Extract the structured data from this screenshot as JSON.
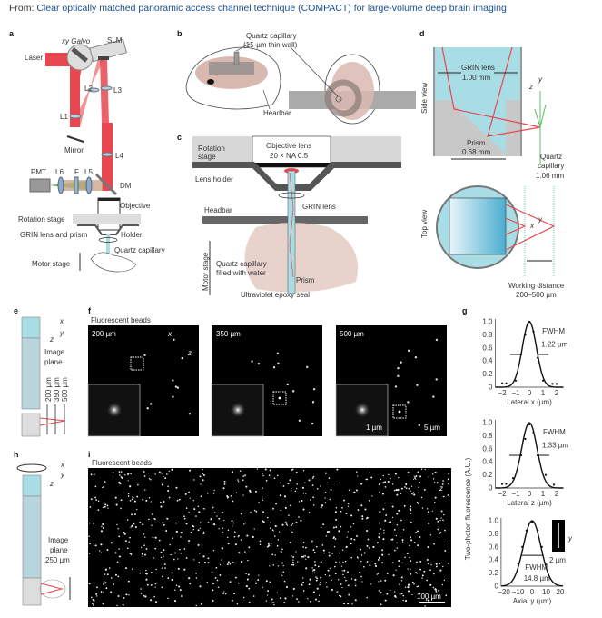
{
  "header": {
    "prefix": "From:",
    "title": "Clear optically matched panoramic access channel technique (COMPACT) for large-volume deep brain imaging"
  },
  "panel_labels": {
    "a": "a",
    "b": "b",
    "c": "c",
    "d": "d",
    "e": "e",
    "f": "f",
    "g": "g",
    "h": "h",
    "i": "i"
  },
  "a": {
    "galvo": "xy Galvo",
    "slm": "SLM",
    "laser": "Laser",
    "l1": "L1",
    "l2": "L2",
    "l3": "L3",
    "l4": "L4",
    "l5": "L5",
    "l6": "L6",
    "f": "F",
    "mirror": "Mirror",
    "pmt": "PMT",
    "dm": "DM",
    "objective": "Objective",
    "rotation_stage": "Rotation stage",
    "holder": "Holder",
    "grin_prism": "GRIN lens and prism",
    "quartz": "Quartz capillary",
    "motor": "Motor stage"
  },
  "b": {
    "quartz_l1": "Quartz capillary",
    "quartz_l2": "(15-µm thin wall)",
    "headbar": "Headbar"
  },
  "c": {
    "rotation_l1": "Rotation",
    "rotation_l2": "stage",
    "objective_l1": "Objective lens",
    "objective_l2": "20 × NA 0.5",
    "lens_holder": "Lens holder",
    "grin": "GRIN lens",
    "headbar": "Headbar",
    "motor": "Motor stage",
    "quartz_l1": "Quartz capillary",
    "quartz_l2": "filled with water",
    "prism": "Prism",
    "epoxy": "Ultraviolet epoxy seal"
  },
  "d": {
    "side_view": "Side view",
    "top_view": "Top view",
    "grin_l1": "GRIN lens",
    "grin_l2": "1.00 mm",
    "prism_l1": "Prism",
    "prism_l2": "0.68 mm",
    "quartz_l1": "Quartz",
    "quartz_l2": "capillary",
    "quartz_l3": "1.06 mm",
    "wd_l1": "Working distance",
    "wd_l2": "200–500 µm",
    "ax_y": "y",
    "ax_z": "z",
    "ax_x": "x"
  },
  "e": {
    "ax_x": "x",
    "ax_y": "y",
    "ax_z": "z",
    "plane_l1": "Image",
    "plane_l2": "plane",
    "depths": [
      "200 µm",
      "350 µm",
      "500 µm"
    ]
  },
  "f": {
    "title": "Fluorescent beads",
    "images": [
      {
        "depth": "200 µm"
      },
      {
        "depth": "350 µm"
      },
      {
        "depth": "500 µm"
      }
    ],
    "ax_x": "x",
    "ax_z": "z",
    "scale_inset": "1 µm",
    "scale_main": "5 µm"
  },
  "h": {
    "ax_x": "x",
    "ax_y": "y",
    "ax_z": "z",
    "plane_l1": "Image",
    "plane_l2": "plane",
    "plane_l3": "250 µm"
  },
  "i": {
    "title": "Fluorescent beads",
    "ax_x": "x",
    "ax_z": "z",
    "scale": "100 µm"
  },
  "chart_data": [
    {
      "type": "line",
      "ylabel": "Two-photon fluorescence (A.U.)",
      "xlabel": "Lateral x (µm)",
      "xlim": [
        -2.5,
        2.5
      ],
      "ylim": [
        0,
        1.0
      ],
      "xticks": [
        "−2",
        "−1",
        "0",
        "1",
        "2"
      ],
      "yticks": [
        "0",
        "0.2",
        "0.4",
        "0.6",
        "0.8",
        "1.0"
      ],
      "annotation_l1": "FWHM",
      "annotation_l2": "1.22 µm",
      "fwhm": 1.22,
      "points": {
        "x": [
          -2,
          -1.7,
          -1,
          -0.6,
          -0.3,
          0,
          0.3,
          0.6,
          1,
          1.7,
          2
        ],
        "y": [
          0.06,
          0.06,
          0.1,
          0.5,
          0.8,
          1.0,
          0.85,
          0.45,
          0.1,
          0.05,
          0.05
        ]
      }
    },
    {
      "type": "line",
      "ylabel": "Two-photon fluorescence (A.U.)",
      "xlabel": "Lateral z (µm)",
      "xlim": [
        -2.5,
        2.5
      ],
      "ylim": [
        0,
        1.0
      ],
      "xticks": [
        "−2",
        "−1",
        "0",
        "1",
        "2"
      ],
      "yticks": [
        "0",
        "0.2",
        "0.4",
        "0.6",
        "0.8",
        "1.0"
      ],
      "annotation_l1": "FWHM",
      "annotation_l2": "1.33 µm",
      "fwhm": 1.33,
      "points": {
        "x": [
          -2,
          -1.7,
          -1.2,
          -0.6,
          -0.3,
          0,
          0.3,
          0.6,
          1.2,
          1.8
        ],
        "y": [
          0.06,
          0.06,
          0.15,
          0.5,
          0.75,
          0.97,
          0.85,
          0.5,
          0.2,
          0.05
        ]
      }
    },
    {
      "type": "line",
      "ylabel": "Two-photon fluorescence (A.U.)",
      "xlabel": "Axial y (µm)",
      "xlim": [
        -22,
        22
      ],
      "ylim": [
        0,
        1.0
      ],
      "xticks": [
        "−20",
        "−10",
        "0",
        "10",
        "20"
      ],
      "yticks": [
        "0",
        "0.2",
        "0.4",
        "0.6",
        "0.8",
        "1.0"
      ],
      "annotation_l1": "FWHM",
      "annotation_l2": "14.8 µm",
      "fwhm": 14.8,
      "inset_axis": "y",
      "inset_scale": "2 µm",
      "points": {
        "x": [
          -10,
          -7,
          -4,
          0,
          4,
          7,
          10
        ],
        "y": [
          0.35,
          0.6,
          0.85,
          0.98,
          0.85,
          0.6,
          0.33
        ]
      }
    }
  ],
  "colors": {
    "beam": "#e8474f",
    "glass": "#a9dde6",
    "gray": "#c8c8c8",
    "dark": "#555555",
    "brain": "#e8d2cc",
    "neuron": "#5cbf5c"
  }
}
